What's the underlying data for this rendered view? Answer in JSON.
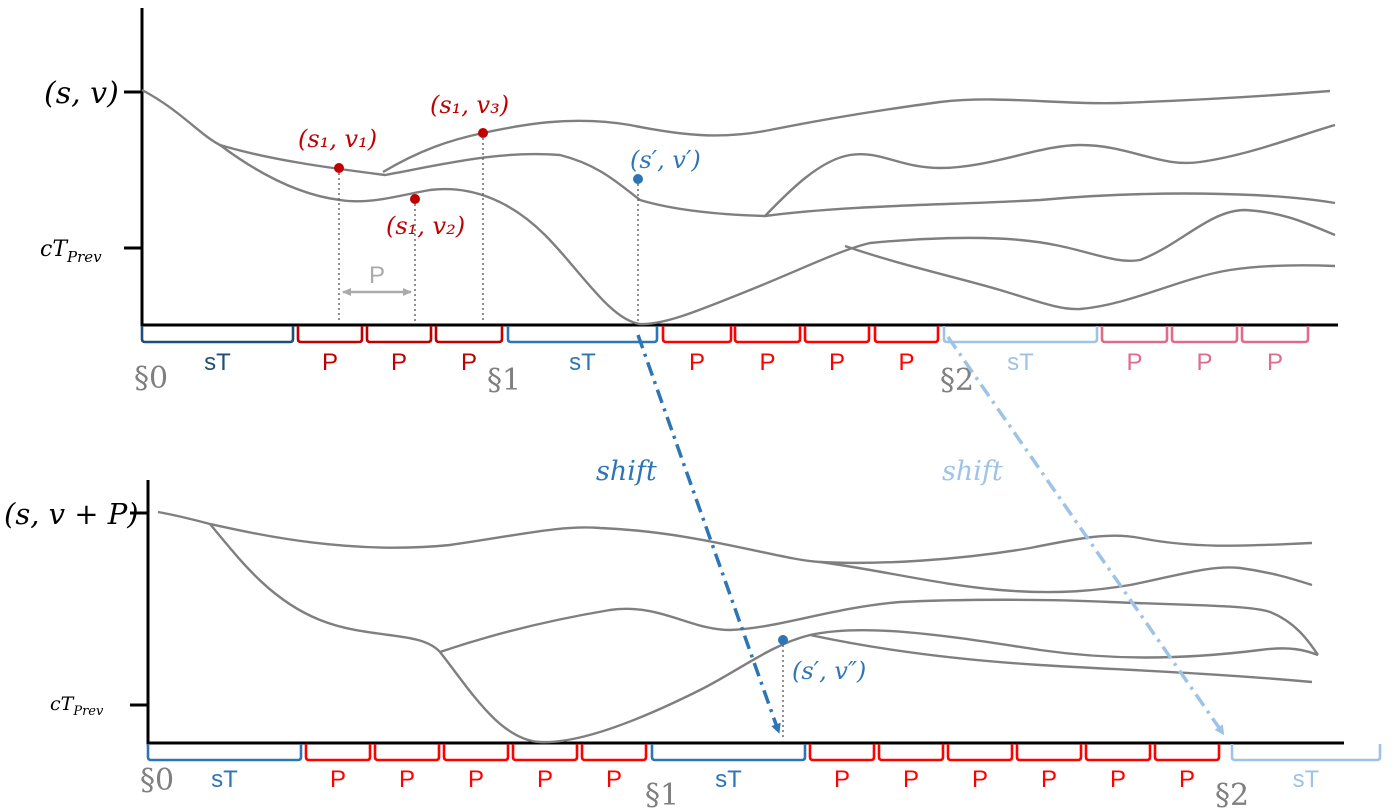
{
  "colors": {
    "curve": "#7f7f7f",
    "dark_blue": "#1f4e79",
    "mid_blue": "#2e75b6",
    "light_blue": "#9dc3e6",
    "red": "#c00000",
    "bright_red": "#ff0000",
    "pink": "#e06c8c"
  },
  "top": {
    "y_label_high": "(s, v)",
    "y_label_low": "cT",
    "y_label_low_sub": "Prev",
    "points": {
      "p1": "(s₁, v₁)",
      "p2": "(s₁, v₂)",
      "p3": "(s₁, v₃)",
      "p4": "(s′, v′)"
    },
    "p_arrow_label": "P",
    "sections": [
      "§0",
      "§1",
      "§2"
    ],
    "segments": [
      "sT",
      "P",
      "P",
      "P",
      "sT",
      "P",
      "P",
      "P",
      "P",
      "sT",
      "P",
      "P",
      "P"
    ]
  },
  "bottom": {
    "y_label_high": "(s, v + P)",
    "y_label_low": "cT",
    "y_label_low_sub": "Prev",
    "point": "(s′, v″)",
    "sections": [
      "§0",
      "§1",
      "§2"
    ],
    "segments": [
      "sT",
      "P",
      "P",
      "P",
      "P",
      "P",
      "sT",
      "P",
      "P",
      "P",
      "P",
      "P",
      "P",
      "sT"
    ]
  },
  "arrows": {
    "shift_1": "shift",
    "shift_2": "shift"
  }
}
